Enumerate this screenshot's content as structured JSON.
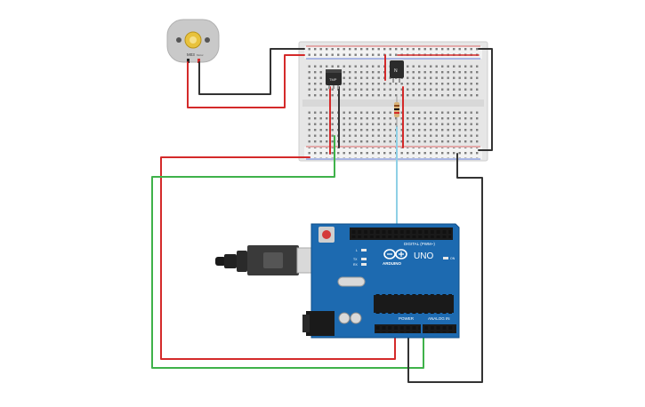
{
  "motor": {
    "label": "M03",
    "sublabel": "Motor"
  },
  "transistor": {
    "label": "TMP"
  },
  "diode": {
    "label": "N"
  },
  "arduino": {
    "brand": "ARDUINO",
    "model": "UNO",
    "digital_label": "DIGITAL (PWM~)",
    "power_label": "POWER",
    "analog_label": "ANALOG IN",
    "on_label": "ON",
    "tx_label": "TX",
    "rx_label": "RX",
    "l_label": "L"
  },
  "colors": {
    "red_wire": "#d42a2a",
    "black_wire": "#333333",
    "green_wire": "#3fb24a",
    "cyan_wire": "#8fd0e6",
    "board": "#1d6ab0",
    "breadboard": "#ececec"
  }
}
